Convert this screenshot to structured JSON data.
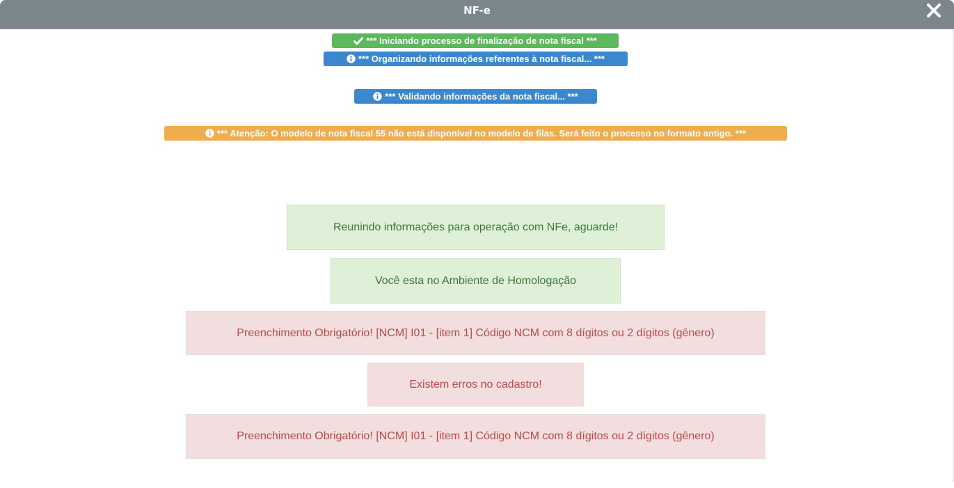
{
  "window": {
    "title": "NF-e",
    "close_icon": "close-icon"
  },
  "log": {
    "start": {
      "text": "*** Iniciando processo de finalização de nota fiscal ***",
      "icon": "check-icon",
      "color": "#5cb85c"
    },
    "organize": {
      "text": "*** Organizando informações referentes à nota fiscal... ***",
      "icon": "info-circle-icon",
      "color": "#3b88cf"
    },
    "validate": {
      "text": "*** Validando informações da nota fiscal... ***",
      "icon": "info-circle-icon",
      "color": "#3b88cf"
    },
    "warning": {
      "text": "*** Atenção: O modelo de nota fiscal 55 não está disponível no modelo de filas. Será feito o processo no formato antigo. ***",
      "icon": "info-circle-icon",
      "color": "#f0ad4e"
    }
  },
  "messages": {
    "gathering": "Reunindo informações para operação com NFe, aguarde!",
    "environment": "Você esta no Ambiente de Homologação",
    "error_ncm_1": "Preenchimento Obrigatório! [NCM] I01 - [item 1] Código NCM com 8 dígitos ou 2 dígitos (gênero)",
    "errors_exist": "Existem erros no cadastro!",
    "error_ncm_2": "Preenchimento Obrigatório! [NCM] I01 - [item 1] Código NCM com 8 dígitos ou 2 dígitos (gênero)"
  }
}
